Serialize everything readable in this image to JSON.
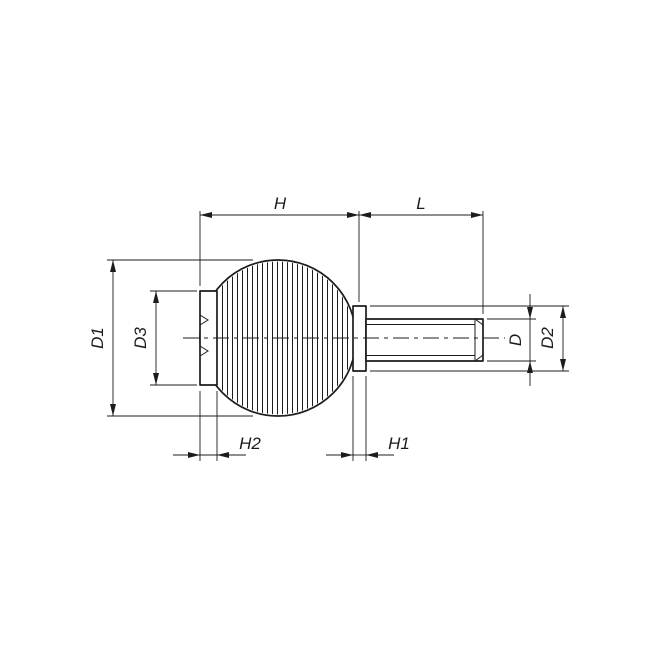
{
  "figure": {
    "type": "technical-drawing",
    "subject": "ball-knob-with-threaded-stud",
    "background": "#ffffff",
    "line_color": "#1c1c1c"
  },
  "dims": {
    "h": {
      "label": "H"
    },
    "l": {
      "label": "L"
    },
    "d1": {
      "label": "D1"
    },
    "d3": {
      "label": "D3"
    },
    "d": {
      "label": "D"
    },
    "d2": {
      "label": "D2"
    },
    "h2": {
      "label": "H2"
    },
    "h1": {
      "label": "H1"
    }
  }
}
